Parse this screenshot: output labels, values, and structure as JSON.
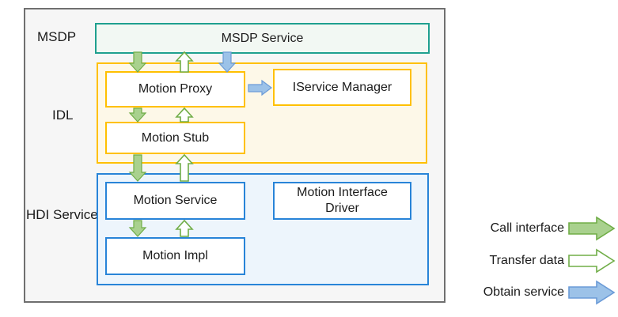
{
  "diagram": {
    "layers": [
      {
        "id": "msdp",
        "label": "MSDP"
      },
      {
        "id": "idl",
        "label": "IDL"
      },
      {
        "id": "hdi",
        "label": "HDI Service"
      }
    ],
    "boxes": {
      "msdp_service": "MSDP Service",
      "motion_proxy": "Motion Proxy",
      "iservice_manager": "IService Manager",
      "motion_stub": "Motion Stub",
      "motion_service": "Motion Service",
      "motion_interface_driver": "Motion Interface Driver",
      "motion_impl": "Motion Impl"
    },
    "connections": [
      {
        "from": "MSDP Service",
        "to": "Motion Proxy",
        "type": "Call interface"
      },
      {
        "from": "Motion Proxy",
        "to": "MSDP Service",
        "type": "Transfer data"
      },
      {
        "from": "MSDP Service",
        "to": "Motion Proxy",
        "type": "Obtain service"
      },
      {
        "from": "Motion Proxy",
        "to": "IService Manager",
        "type": "Obtain service"
      },
      {
        "from": "Motion Proxy",
        "to": "Motion Stub",
        "type": "Call interface"
      },
      {
        "from": "Motion Stub",
        "to": "Motion Proxy",
        "type": "Transfer data"
      },
      {
        "from": "Motion Stub",
        "to": "Motion Service",
        "type": "Call interface"
      },
      {
        "from": "Motion Service",
        "to": "Motion Stub",
        "type": "Transfer data"
      },
      {
        "from": "Motion Service",
        "to": "Motion Impl",
        "type": "Call interface"
      },
      {
        "from": "Motion Impl",
        "to": "Motion Service",
        "type": "Transfer data"
      }
    ]
  },
  "legend": {
    "items": [
      {
        "label": "Call interface",
        "icon": "green-filled-arrow"
      },
      {
        "label": "Transfer data",
        "icon": "green-outline-arrow"
      },
      {
        "label": "Obtain service",
        "icon": "blue-filled-arrow"
      }
    ]
  },
  "colors": {
    "outer_border": "#6f6f6f",
    "outer_fill": "#f6f6f6",
    "msdp_border": "#1fa08f",
    "msdp_fill": "#f2f8f3",
    "idl_border": "#ffc000",
    "idl_fill": "#fdf8e8",
    "hdi_border": "#2884d8",
    "hdi_fill": "#edf5fc",
    "arrow_green_fill": "#a9d18e",
    "arrow_green_stroke": "#70ad47",
    "arrow_blue_fill": "#9cc2e8",
    "arrow_blue_stroke": "#6b9bd7"
  }
}
